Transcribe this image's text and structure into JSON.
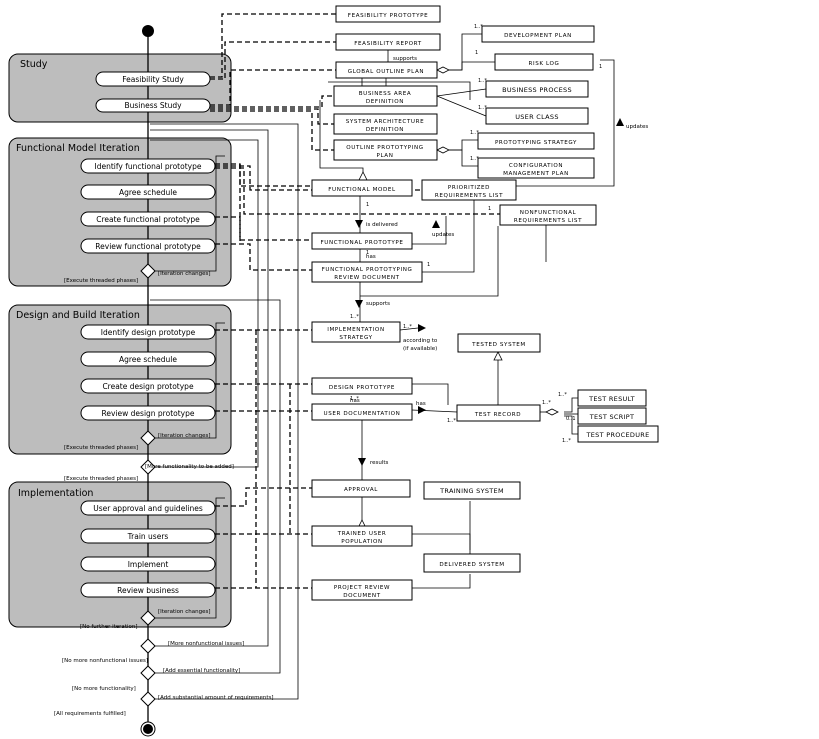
{
  "swimlanes": [
    {
      "id": "study",
      "title": "Study"
    },
    {
      "id": "functional",
      "title": "Functional Model Iteration"
    },
    {
      "id": "design",
      "title": "Design and Build Iteration"
    },
    {
      "id": "implementation",
      "title": "Implementation"
    }
  ],
  "activities": [
    {
      "id": "feasibility-study",
      "label": "Feasibility Study"
    },
    {
      "id": "business-study",
      "label": "Business Study"
    },
    {
      "id": "identify-functional-prototype",
      "label": "Identify functional prototype"
    },
    {
      "id": "agree-schedule-1",
      "label": "Agree schedule"
    },
    {
      "id": "create-functional-prototype",
      "label": "Create functional prototype"
    },
    {
      "id": "review-functional-prototype",
      "label": "Review functional prototype"
    },
    {
      "id": "identify-design-prototype",
      "label": "Identify design prototype"
    },
    {
      "id": "agree-schedule-2",
      "label": "Agree schedule"
    },
    {
      "id": "create-design-prototype",
      "label": "Create design prototype"
    },
    {
      "id": "review-design-prototype",
      "label": "Review design prototype"
    },
    {
      "id": "user-approval",
      "label": "User approval and guidelines"
    },
    {
      "id": "train-users",
      "label": "Train users"
    },
    {
      "id": "implement",
      "label": "Implement"
    },
    {
      "id": "review-business",
      "label": "Review business"
    }
  ],
  "objects": [
    {
      "id": "feasibility-prototype",
      "lines": [
        "FEASIBILITY PROTOTYPE"
      ]
    },
    {
      "id": "feasibility-report",
      "lines": [
        "FEASIBILITY REPORT"
      ]
    },
    {
      "id": "global-outline-plan",
      "lines": [
        "GLOBAL OUTLINE PLAN"
      ]
    },
    {
      "id": "business-area-definition",
      "lines": [
        "BUSINESS AREA",
        "DEFINITION"
      ]
    },
    {
      "id": "system-architecture-definition",
      "lines": [
        "SYSTEM ARCHITECTURE",
        "DEFINITION"
      ]
    },
    {
      "id": "outline-prototyping-plan",
      "lines": [
        "OUTLINE PROTOTYPING",
        "PLAN"
      ]
    },
    {
      "id": "development-plan",
      "lines": [
        "DEVELOPMENT PLAN"
      ]
    },
    {
      "id": "risk-log",
      "lines": [
        "RISK LOG"
      ]
    },
    {
      "id": "business-process",
      "lines": [
        "BUSINESS PROCESS"
      ]
    },
    {
      "id": "user-class",
      "lines": [
        "USER CLASS"
      ]
    },
    {
      "id": "prototyping-strategy",
      "lines": [
        "PROTOTYPING STRATEGY"
      ]
    },
    {
      "id": "configuration-management-plan",
      "lines": [
        "CONFIGURATION",
        "MANAGEMENT PLAN"
      ]
    },
    {
      "id": "functional-model",
      "lines": [
        "FUNCTIONAL MODEL"
      ]
    },
    {
      "id": "prioritized-requirements-list",
      "lines": [
        "PRIORITIZED",
        "REQUIREMENTS LIST"
      ]
    },
    {
      "id": "nonfunctional-requirements-list",
      "lines": [
        "NONFUNCTIONAL",
        "REQUIREMENTS LIST"
      ]
    },
    {
      "id": "functional-prototype",
      "lines": [
        "FUNCTIONAL PROTOTYPE"
      ]
    },
    {
      "id": "functional-prototyping-review-document",
      "lines": [
        "FUNCTIONAL PROTOTYPING",
        "REVIEW DOCUMENT"
      ]
    },
    {
      "id": "implementation-strategy",
      "lines": [
        "IMPLEMENTATION",
        "STRATEGY"
      ]
    },
    {
      "id": "tested-system",
      "lines": [
        "TESTED SYSTEM"
      ]
    },
    {
      "id": "design-prototype",
      "lines": [
        "DESIGN PROTOTYPE"
      ]
    },
    {
      "id": "user-documentation",
      "lines": [
        "USER DOCUMENTATION"
      ]
    },
    {
      "id": "test-record",
      "lines": [
        "TEST RECORD"
      ]
    },
    {
      "id": "test-result",
      "lines": [
        "TEST RESULT"
      ]
    },
    {
      "id": "test-script",
      "lines": [
        "TEST SCRIPT"
      ]
    },
    {
      "id": "test-procedure",
      "lines": [
        "TEST PROCEDURE"
      ]
    },
    {
      "id": "approval",
      "lines": [
        "APPROVAL"
      ]
    },
    {
      "id": "training-system",
      "lines": [
        "TRAINING SYSTEM"
      ]
    },
    {
      "id": "trained-user-population",
      "lines": [
        "TRAINED USER",
        "POPULATION"
      ]
    },
    {
      "id": "delivered-system",
      "lines": [
        "DELIVERED SYSTEM"
      ]
    },
    {
      "id": "project-review-document",
      "lines": [
        "PROJECT REVIEW",
        "DOCUMENT"
      ]
    }
  ],
  "guards": [
    {
      "id": "execute-threaded-phases-1",
      "text": "[Execute threaded phases]"
    },
    {
      "id": "iteration-changes-1",
      "text": "[Iteration changes]"
    },
    {
      "id": "execute-threaded-phases-2",
      "text": "[Execute threaded phases]"
    },
    {
      "id": "iteration-changes-2",
      "text": "[Iteration changes]"
    },
    {
      "id": "more-functionality",
      "text": "[More functionality to be added]"
    },
    {
      "id": "execute-threaded-phases-3",
      "text": "[Execute threaded phases]"
    },
    {
      "id": "iteration-changes-3",
      "text": "[Iteration changes]"
    },
    {
      "id": "no-further-iteration",
      "text": "[No further iteration]"
    },
    {
      "id": "more-nonfunctional-issues",
      "text": "[More nonfunctional issues]"
    },
    {
      "id": "no-more-nonfunctional-issues",
      "text": "[No more nonfunctional issues]"
    },
    {
      "id": "add-essential-functionality",
      "text": "[Add essential functionality]"
    },
    {
      "id": "no-more-functionality",
      "text": "[No more functionality]"
    },
    {
      "id": "add-substantial-requirements",
      "text": "[Add substantial amount of requirements]"
    },
    {
      "id": "all-requirements-fulfilled",
      "text": "[All requirements fulfilled]"
    }
  ],
  "relations": [
    {
      "id": "supports",
      "text": "supports"
    },
    {
      "id": "updates-1",
      "text": "updates"
    },
    {
      "id": "is-delivered",
      "text": "is delivered"
    },
    {
      "id": "updates-2",
      "text": "updates"
    },
    {
      "id": "has-1",
      "text": "has"
    },
    {
      "id": "supports-2",
      "text": "supports"
    },
    {
      "id": "according-to",
      "text": "according to"
    },
    {
      "id": "if-available",
      "text": "(if available)"
    },
    {
      "id": "has-2",
      "text": "has"
    },
    {
      "id": "has-3",
      "text": "has"
    },
    {
      "id": "results",
      "text": "results"
    }
  ],
  "multiplicities": {
    "one": "1",
    "one_many": "1..*",
    "zero_one": "0..1",
    "many": "*"
  }
}
